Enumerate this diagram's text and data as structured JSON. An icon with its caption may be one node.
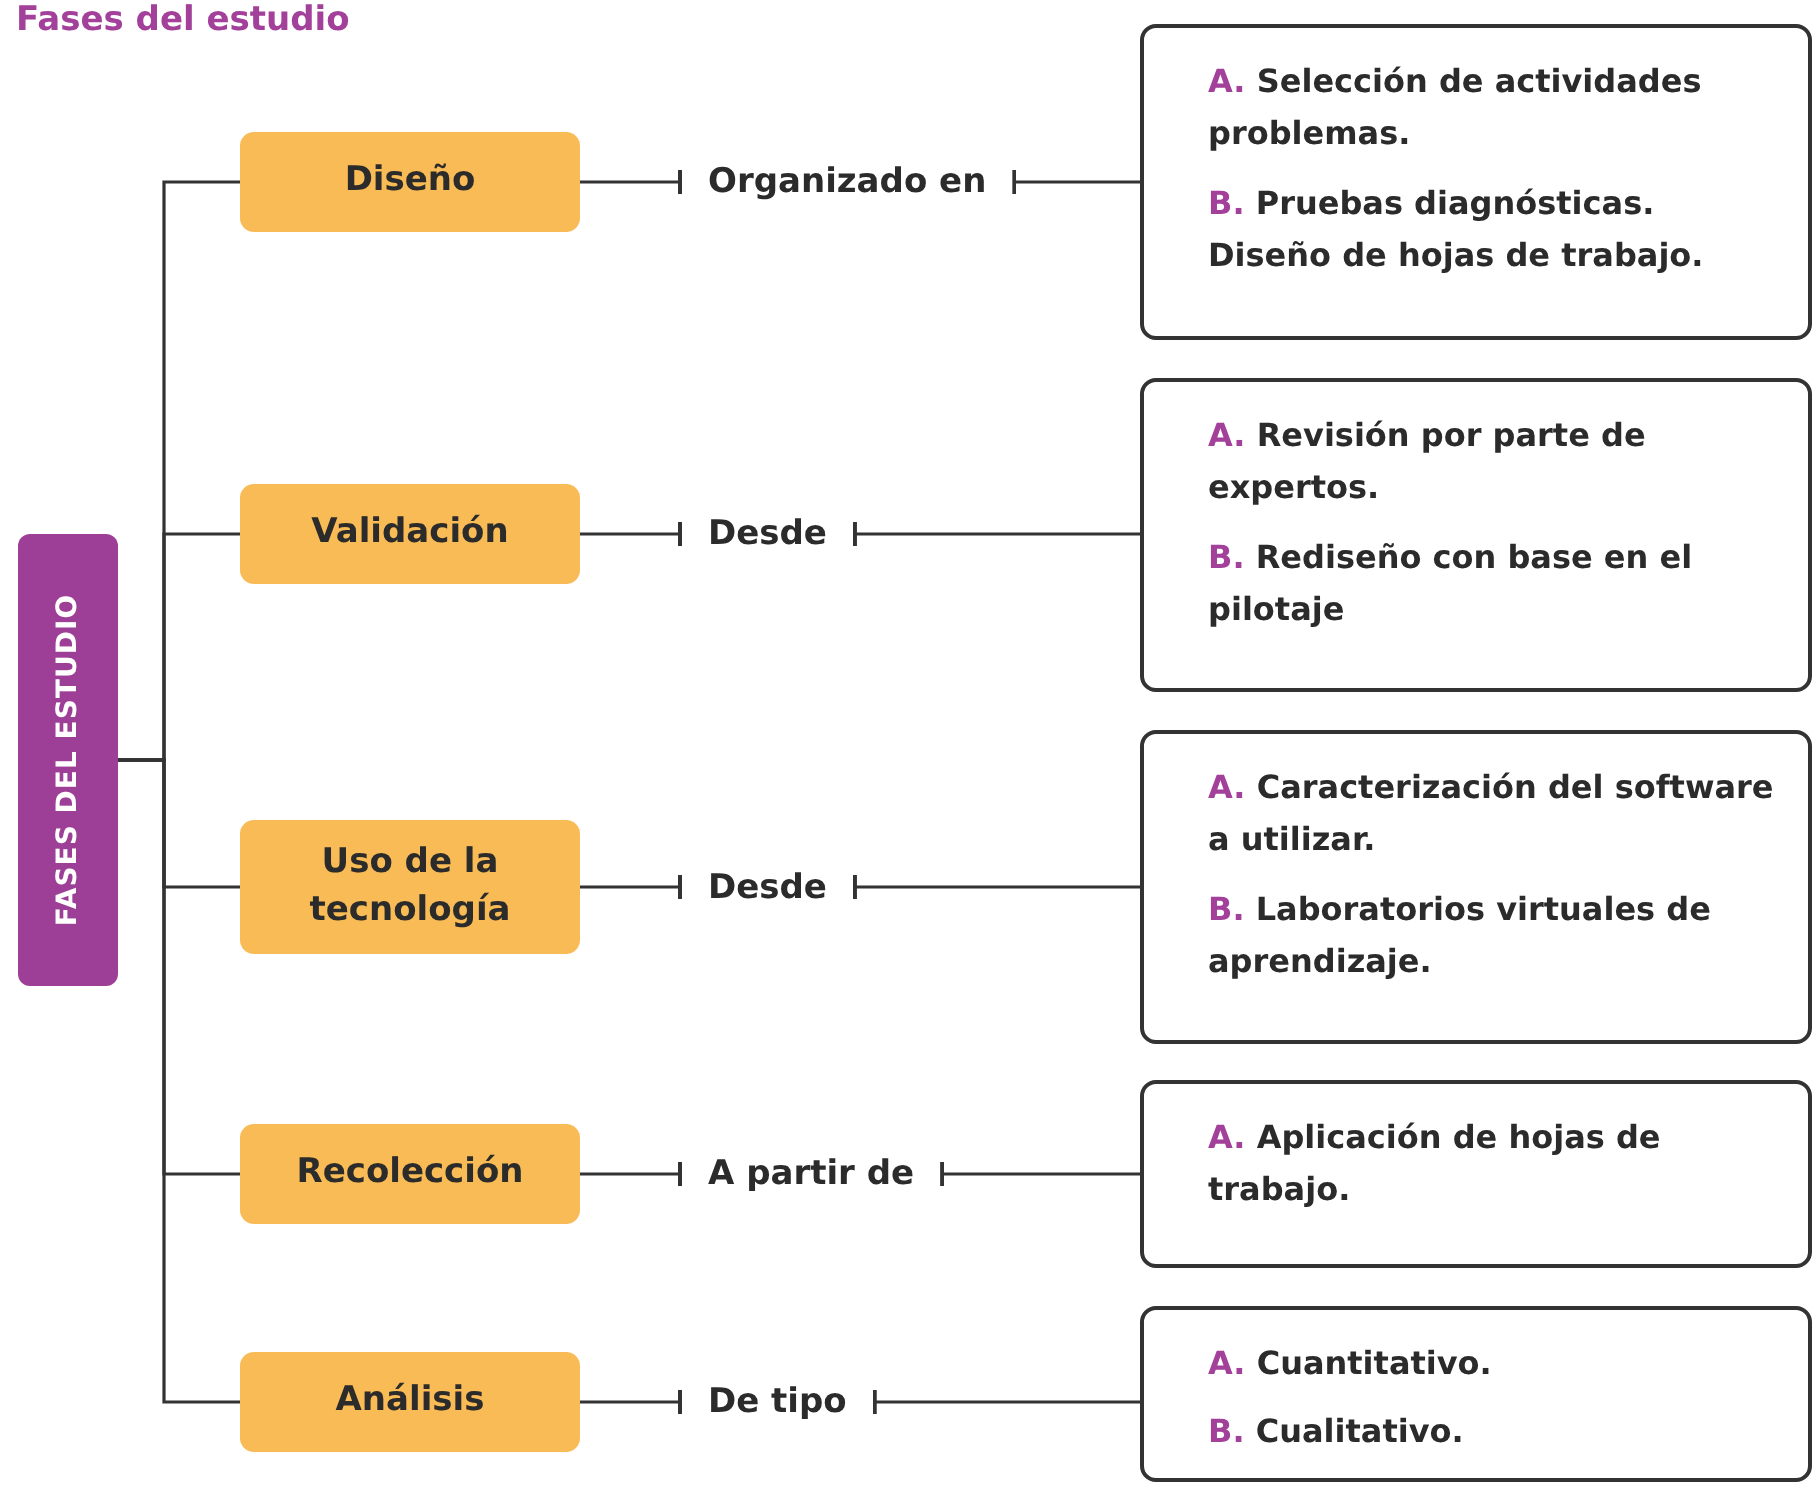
{
  "diagram": {
    "title": "Fases del estudio",
    "nodes": [
      {
        "text": [
          "FASES DEL ESTUDIO"
        ]
      },
      {
        "text": [
          "Diseño"
        ]
      },
      {
        "text": [
          "Validación"
        ]
      },
      {
        "text": [
          "Uso de la tecnología"
        ]
      },
      {
        "text": [
          "Recolección"
        ]
      },
      {
        "text": [
          "Análisis"
        ]
      },
      {
        "text": [
          "Organizado en"
        ]
      },
      {
        "text": [
          "Desde"
        ]
      },
      {
        "text": [
          "Desde"
        ]
      },
      {
        "text": [
          "A partir de"
        ]
      },
      {
        "text": [
          "De tipo"
        ]
      },
      {
        "text": [
          "**A.** Selección de actividades problemas.",
          "**B.** Pruebas diagnósticas. Diseño de hojas de trabajo."
        ]
      },
      {
        "text": [
          "**A.** Revisión por parte de expertos.",
          "**B.** Rediseño con base en el pilotaje"
        ]
      },
      {
        "text": [
          "**A.** Caracterización del software a utilizar.",
          "**B.** Laboratorios virtuales de aprendizaje."
        ]
      },
      {
        "text": [
          "**A.** Aplicación de hojas de trabajo."
        ]
      },
      {
        "text": [
          "**A.** Cuantitativo.",
          "**B.** Cualitativo."
        ]
      }
    ],
    "edges": [
      {
        "from": 0,
        "to": 1,
        "arrow": "none"
      },
      {
        "from": 0,
        "to": 2,
        "arrow": "none"
      },
      {
        "from": 0,
        "to": 3,
        "arrow": "none"
      },
      {
        "from": 0,
        "to": 4,
        "arrow": "none"
      },
      {
        "from": 0,
        "to": 5,
        "arrow": "none"
      },
      {
        "from": 1,
        "to": 6,
        "arrow": "other"
      },
      {
        "from": 2,
        "to": 7,
        "arrow": "other"
      },
      {
        "from": 3,
        "to": 8,
        "arrow": "other"
      },
      {
        "from": 4,
        "to": 9,
        "arrow": "other"
      },
      {
        "from": 5,
        "to": 10,
        "arrow": "other"
      },
      {
        "from": 11,
        "to": 6,
        "arrow": "other"
      },
      {
        "from": 12,
        "to": 7,
        "arrow": "other"
      },
      {
        "from": 13,
        "to": 8,
        "arrow": "other"
      },
      {
        "from": 14,
        "to": 9,
        "arrow": "other"
      },
      {
        "from": 15,
        "to": 10,
        "arrow": "other"
      }
    ]
  }
}
